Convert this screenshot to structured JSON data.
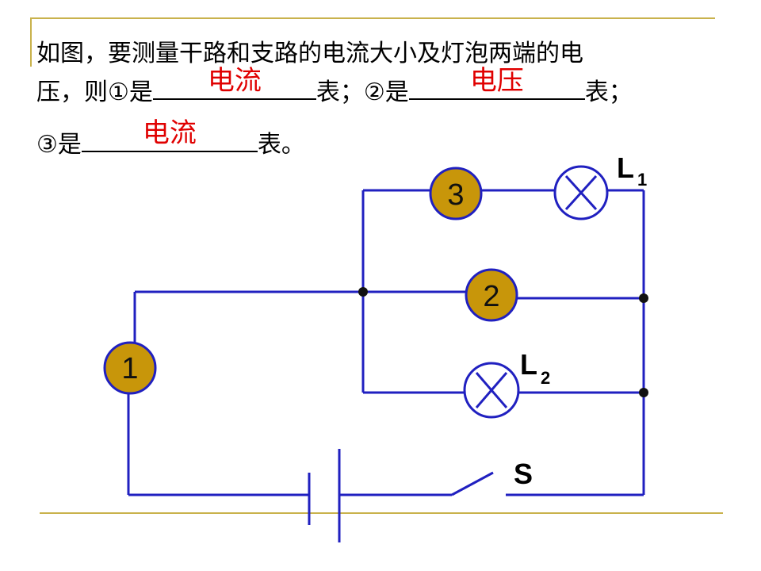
{
  "question": {
    "line1": "如图，要测量干路和支路的电流大小及灯泡两端的电",
    "line2_a": "压，则①是",
    "answer1": "电流",
    "line2_b": "表；②是",
    "answer2": "电压",
    "line2_c": "表；",
    "line3_a": "③是",
    "answer3": "电流",
    "line3_b": "表。"
  },
  "circuit": {
    "meters": [
      {
        "id": "meter-1",
        "label": "1"
      },
      {
        "id": "meter-2",
        "label": "2"
      },
      {
        "id": "meter-3",
        "label": "3"
      }
    ],
    "lamps": {
      "l1": {
        "main": "L",
        "sub": "1"
      },
      "l2": {
        "main": "L",
        "sub": "2"
      }
    },
    "switch_label": "S"
  },
  "colors": {
    "wire": "#2020c0",
    "meter_fill": "#c8960a",
    "answer_text": "#e00000",
    "decoration": "#c9b24c"
  }
}
